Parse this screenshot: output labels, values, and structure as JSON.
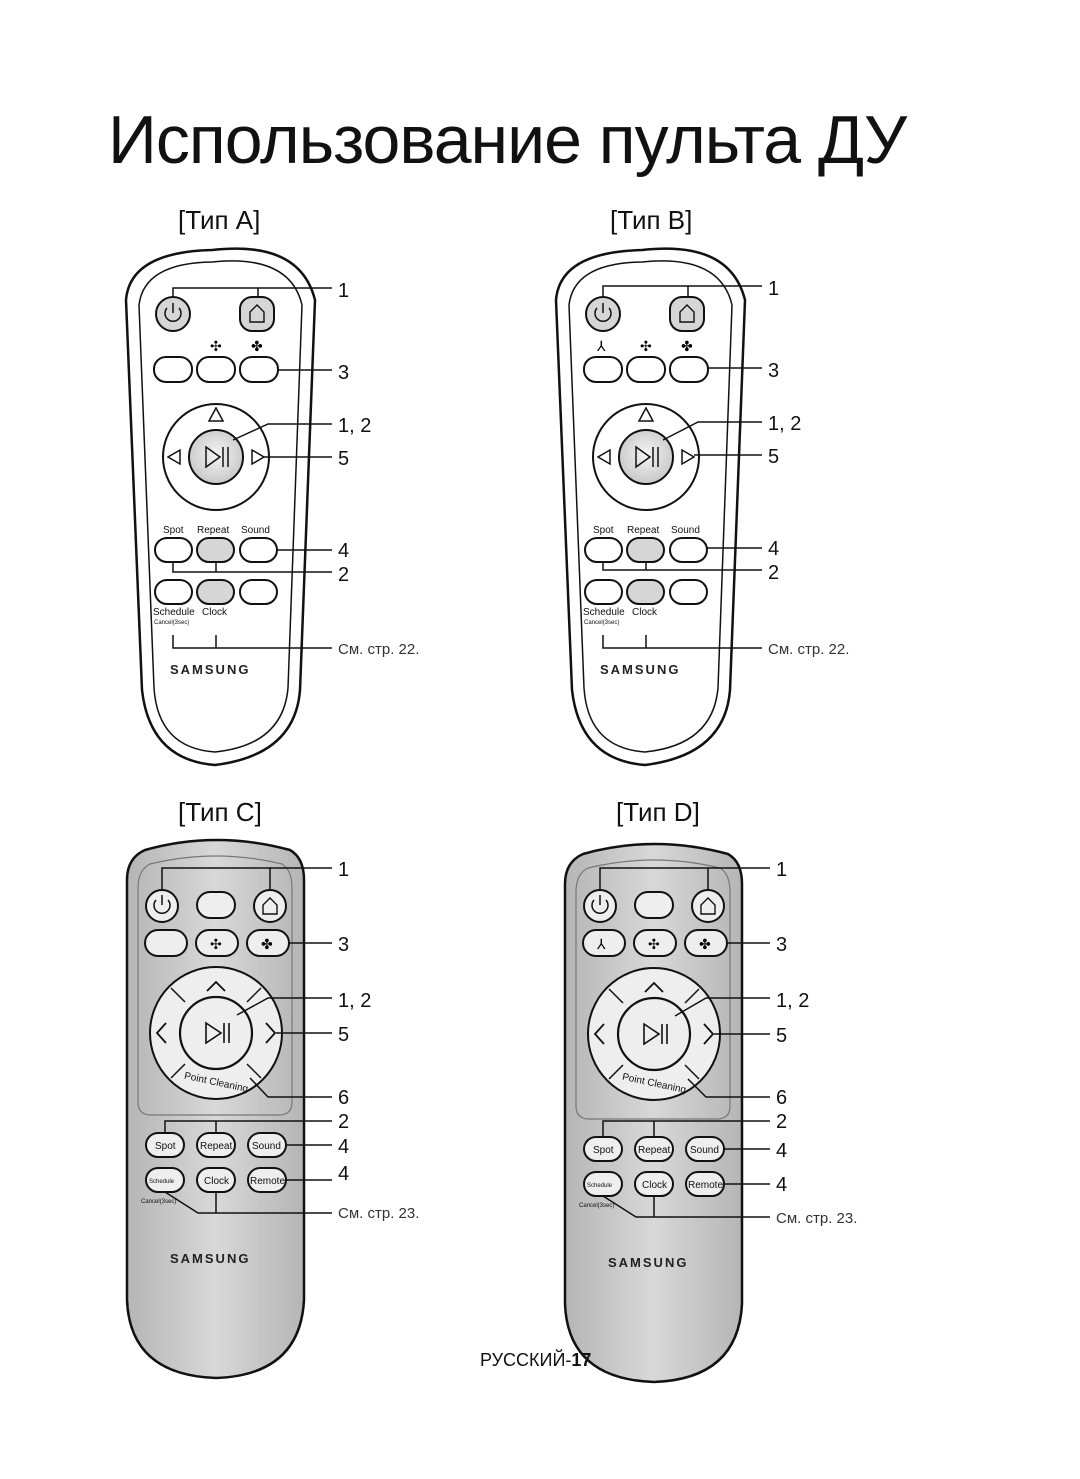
{
  "page": {
    "title": "Использование пульта ДУ",
    "footer_lang": "РУССКИЙ-",
    "footer_page": "17"
  },
  "remotes": {
    "a": {
      "label": "[Тип A]"
    },
    "b": {
      "label": "[Тип B]"
    },
    "c": {
      "label": "[Тип C]"
    },
    "d": {
      "label": "[Тип D]"
    }
  },
  "callouts": {
    "n1": "1",
    "n3": "3",
    "n12": "1, 2",
    "n5": "5",
    "n4": "4",
    "n2": "2",
    "n6": "6",
    "ref22": "См. стр. 22.",
    "ref23": "См. стр. 23."
  },
  "buttons": {
    "spot": "Spot",
    "repeat": "Repeat",
    "sound": "Sound",
    "schedule": "Schedule",
    "clock": "Clock",
    "remote": "Remote",
    "cancel": "Cancel(3sec)",
    "point_cleaning": "Point Cleaning"
  },
  "brand": "SAMSUNG",
  "colors": {
    "body_light": "#ffffff",
    "body_dark": "#c9c9c9",
    "button_grey": "#d6d6d6"
  }
}
